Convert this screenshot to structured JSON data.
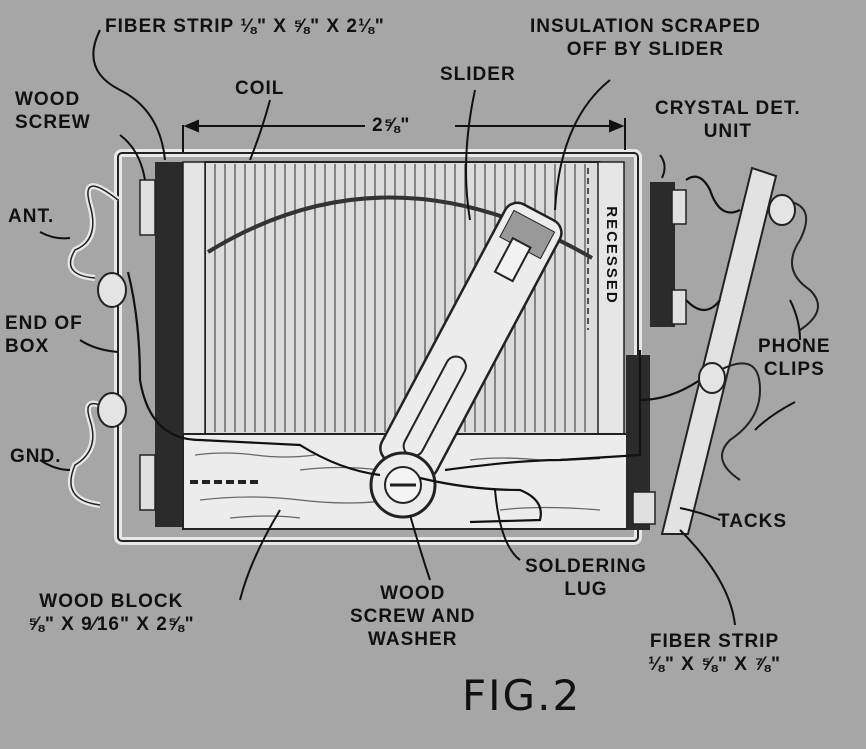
{
  "labels": {
    "fiber_strip_top": "FIBER STRIP ⅛\" X ⅝\" X 2⅛\"",
    "insulation": [
      "INSULATION SCRAPED",
      "OFF BY SLIDER"
    ],
    "coil": "COIL",
    "slider": "SLIDER",
    "wood_screw": [
      "WOOD",
      "SCREW"
    ],
    "crystal_det": [
      "CRYSTAL DET.",
      "UNIT"
    ],
    "dimension": "2⅝\"",
    "ant": "ANT.",
    "end_of_box": [
      "END OF",
      "BOX"
    ],
    "phone_clips": [
      "PHONE",
      "CLIPS"
    ],
    "gnd": "GND.",
    "recessed": "RECESSED",
    "tacks": "TACKS",
    "soldering_lug": [
      "SOLDERING",
      "LUG"
    ],
    "wood_block": [
      "WOOD BLOCK",
      "⅝\" X 9⁄16\" X 2⅝\""
    ],
    "wood_screw_washer": [
      "WOOD",
      "SCREW AND",
      "WASHER"
    ],
    "fiber_strip_bottom": [
      "FIBER STRIP",
      "⅛\" X ⅝\" X ⅞\""
    ],
    "fig": "FIG.2"
  },
  "colors": {
    "background": "#a6a6a6",
    "ink": "#111111",
    "paper": "#e4e4e4",
    "dark": "#2b2b2b"
  }
}
